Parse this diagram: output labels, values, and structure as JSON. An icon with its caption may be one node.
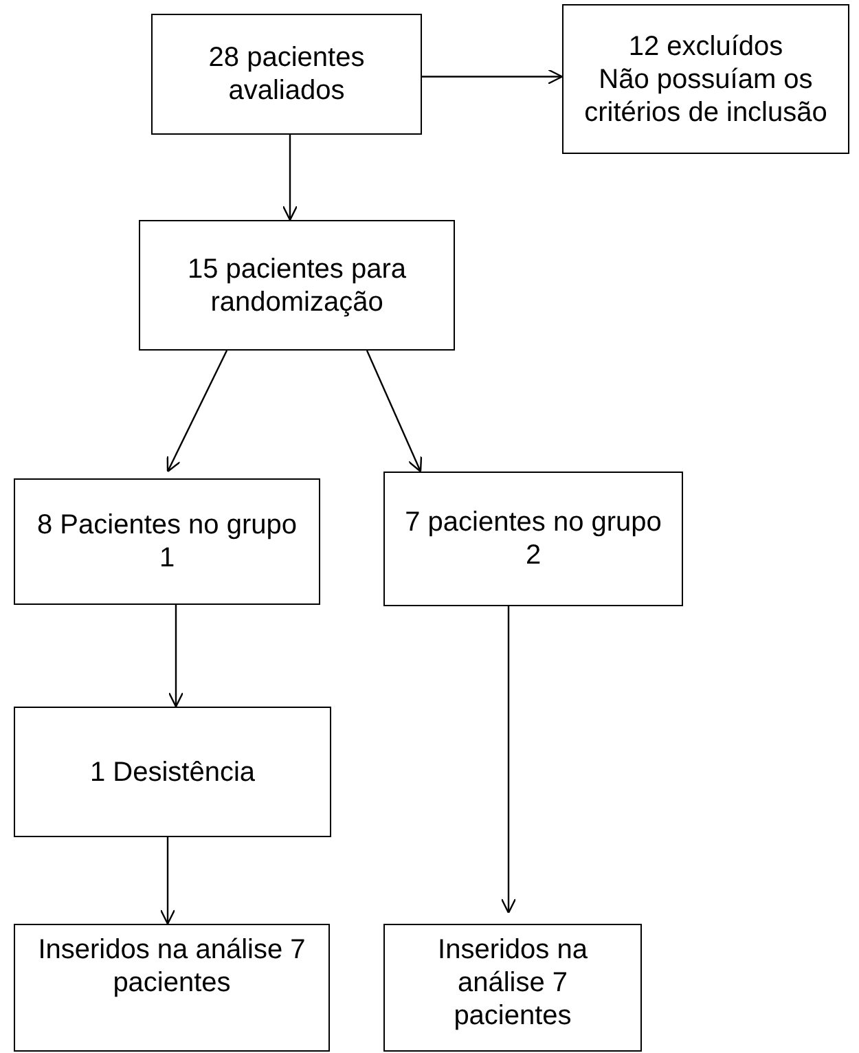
{
  "diagram": {
    "nodes": [
      {
        "text": [
          "28 pacientes avaliados"
        ]
      },
      {
        "text": [
          "12 excluídos",
          "Não possuíam os critérios de inclusão"
        ]
      },
      {
        "text": [
          "15 pacientes para randomização"
        ]
      },
      {
        "text": [
          "8 Pacientes no grupo 1"
        ]
      },
      {
        "text": [
          "7 pacientes no grupo 2"
        ]
      },
      {
        "text": [
          "1 Desistência"
        ]
      },
      {
        "text": [
          "Inseridos na análise 7 pacientes"
        ]
      },
      {
        "text": [
          "Inseridos na análise 7 pacientes"
        ]
      }
    ],
    "edges": [
      {
        "from": 0,
        "to": 1,
        "arrow": "to"
      },
      {
        "from": 0,
        "to": 2,
        "arrow": "to"
      },
      {
        "from": 2,
        "to": 3,
        "arrow": "to"
      },
      {
        "from": 2,
        "to": 4,
        "arrow": "to"
      },
      {
        "from": 3,
        "to": 5,
        "arrow": "to"
      },
      {
        "from": 4,
        "to": 7,
        "arrow": "to"
      },
      {
        "from": 5,
        "to": 6,
        "arrow": "to"
      }
    ]
  }
}
